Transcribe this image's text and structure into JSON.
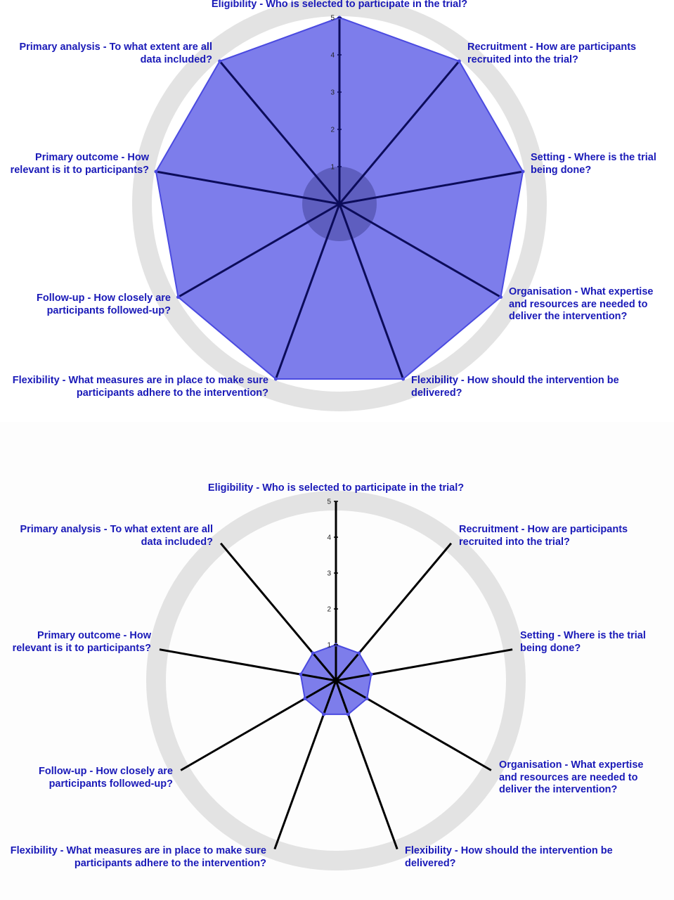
{
  "colors": {
    "fill": "#5c5ce6",
    "fill_opacity": 0.8,
    "outline": "#4a4ae0",
    "spoke_top": "#0c0c5a",
    "spoke_bottom": "#000000",
    "ring": "#e3e3e3",
    "label": "#1a1ab8"
  },
  "chart_data": [
    {
      "type": "radar",
      "axes": [
        {
          "lines": [
            "Eligibility - Who is selected to participate in the trial?"
          ]
        },
        {
          "lines": [
            "Recruitment - How are participants",
            "recruited into the trial?"
          ]
        },
        {
          "lines": [
            "Setting - Where is the trial",
            "being done?"
          ]
        },
        {
          "lines": [
            "Organisation - What expertise",
            "and resources are needed to",
            "deliver the intervention?"
          ]
        },
        {
          "lines": [
            "Flexibility - How should the intervention be",
            "delivered?"
          ]
        },
        {
          "lines": [
            "Flexibility - What measures are in place to make sure",
            "participants adhere to the intervention?"
          ]
        },
        {
          "lines": [
            "Follow-up - How closely are",
            "participants followed-up?"
          ]
        },
        {
          "lines": [
            "Primary outcome - How",
            "relevant is it to participants?"
          ]
        },
        {
          "lines": [
            "Primary analysis - To what extent are all",
            "data included?"
          ]
        }
      ],
      "values": [
        5,
        5,
        5,
        5,
        5,
        5,
        5,
        5,
        5
      ],
      "scale_ticks": [
        "1",
        "2",
        "3",
        "4",
        "5"
      ],
      "range": [
        0,
        5
      ]
    },
    {
      "type": "radar",
      "axes": [
        {
          "lines": [
            "Eligibility - Who is selected to participate in the trial?"
          ]
        },
        {
          "lines": [
            "Recruitment - How are participants",
            "recruited into the trial?"
          ]
        },
        {
          "lines": [
            "Setting - Where is the trial",
            "being done?"
          ]
        },
        {
          "lines": [
            "Organisation - What expertise",
            "and resources are needed to",
            "deliver the intervention?"
          ]
        },
        {
          "lines": [
            "Flexibility - How should the intervention be",
            "delivered?"
          ]
        },
        {
          "lines": [
            "Flexibility - What measures are in place to make sure",
            "participants adhere to the intervention?"
          ]
        },
        {
          "lines": [
            "Follow-up - How closely are",
            "participants followed-up?"
          ]
        },
        {
          "lines": [
            "Primary outcome - How",
            "relevant is it to participants?"
          ]
        },
        {
          "lines": [
            "Primary analysis - To what extent are all",
            "data included?"
          ]
        }
      ],
      "values": [
        1,
        1,
        1,
        1,
        1,
        1,
        1,
        1,
        1
      ],
      "scale_ticks": [
        "1",
        "2",
        "3",
        "4",
        "5"
      ],
      "range": [
        0,
        5
      ]
    }
  ]
}
